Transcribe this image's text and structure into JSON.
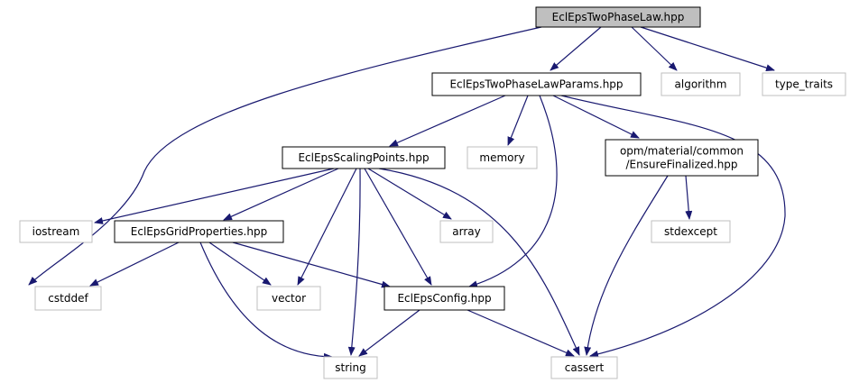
{
  "colors": {
    "edge": "#191970",
    "internal_border": "#000000",
    "external_border": "#bfbfbf",
    "focus_fill": "#bfbfbf",
    "node_fill": "#ffffff"
  },
  "nodes": [
    {
      "id": "root",
      "kind": "focus",
      "lines": [
        "EclEpsTwoPhaseLaw.hpp"
      ]
    },
    {
      "id": "params",
      "kind": "internal",
      "lines": [
        "EclEpsTwoPhaseLawParams.hpp"
      ]
    },
    {
      "id": "algorithm",
      "kind": "external",
      "lines": [
        "algorithm"
      ]
    },
    {
      "id": "type_traits",
      "kind": "external",
      "lines": [
        "type_traits"
      ]
    },
    {
      "id": "scaling",
      "kind": "internal",
      "lines": [
        "EclEpsScalingPoints.hpp"
      ]
    },
    {
      "id": "memory",
      "kind": "external",
      "lines": [
        "memory"
      ]
    },
    {
      "id": "ensure",
      "kind": "internal",
      "lines": [
        "opm/material/common",
        "/EnsureFinalized.hpp"
      ]
    },
    {
      "id": "iostream",
      "kind": "external",
      "lines": [
        "iostream"
      ]
    },
    {
      "id": "gridprops",
      "kind": "internal",
      "lines": [
        "EclEpsGridProperties.hpp"
      ]
    },
    {
      "id": "array",
      "kind": "external",
      "lines": [
        "array"
      ]
    },
    {
      "id": "stdexcept",
      "kind": "external",
      "lines": [
        "stdexcept"
      ]
    },
    {
      "id": "cstddef",
      "kind": "external",
      "lines": [
        "cstddef"
      ]
    },
    {
      "id": "vector",
      "kind": "external",
      "lines": [
        "vector"
      ]
    },
    {
      "id": "config",
      "kind": "internal",
      "lines": [
        "EclEpsConfig.hpp"
      ]
    },
    {
      "id": "string",
      "kind": "external",
      "lines": [
        "string"
      ]
    },
    {
      "id": "cassert",
      "kind": "external",
      "lines": [
        "cassert"
      ]
    }
  ],
  "edges": [
    {
      "from": "root",
      "to": "params"
    },
    {
      "from": "root",
      "to": "algorithm"
    },
    {
      "from": "root",
      "to": "type_traits"
    },
    {
      "from": "root",
      "to": "cstddef"
    },
    {
      "from": "params",
      "to": "scaling"
    },
    {
      "from": "params",
      "to": "memory"
    },
    {
      "from": "params",
      "to": "ensure"
    },
    {
      "from": "params",
      "to": "config"
    },
    {
      "from": "params",
      "to": "cassert"
    },
    {
      "from": "scaling",
      "to": "iostream"
    },
    {
      "from": "scaling",
      "to": "gridprops"
    },
    {
      "from": "scaling",
      "to": "vector"
    },
    {
      "from": "scaling",
      "to": "string"
    },
    {
      "from": "scaling",
      "to": "array"
    },
    {
      "from": "scaling",
      "to": "config"
    },
    {
      "from": "scaling",
      "to": "cassert"
    },
    {
      "from": "ensure",
      "to": "stdexcept"
    },
    {
      "from": "ensure",
      "to": "cassert"
    },
    {
      "from": "gridprops",
      "to": "cstddef"
    },
    {
      "from": "gridprops",
      "to": "vector"
    },
    {
      "from": "gridprops",
      "to": "string"
    },
    {
      "from": "gridprops",
      "to": "config"
    },
    {
      "from": "config",
      "to": "string"
    },
    {
      "from": "config",
      "to": "cassert"
    }
  ]
}
